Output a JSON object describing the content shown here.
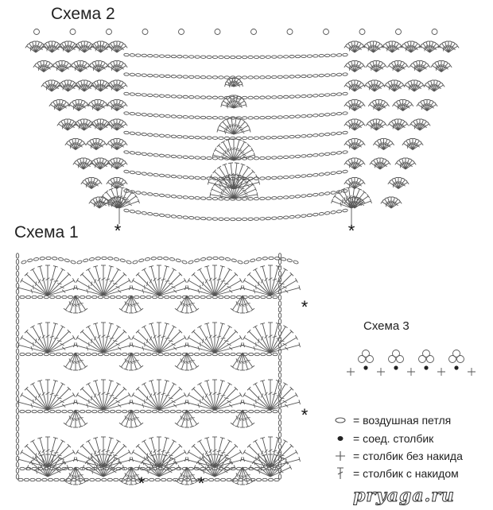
{
  "titles": {
    "scheme2": "Схема 2",
    "scheme1": "Схема 1",
    "scheme3": "Схема 3"
  },
  "legend": [
    {
      "symbol": "chain-stitch",
      "text": "= воздушная петля"
    },
    {
      "symbol": "slip-stitch",
      "text": "= соед. столбик"
    },
    {
      "symbol": "single-crochet",
      "text": "= столбик без накида"
    },
    {
      "symbol": "double-crochet",
      "text": "= столбик с накидом"
    }
  ],
  "markers": {
    "asterisk": "*"
  },
  "watermark": "pryaga.ru",
  "colors": {
    "line": "#555555",
    "text": "#222222"
  }
}
